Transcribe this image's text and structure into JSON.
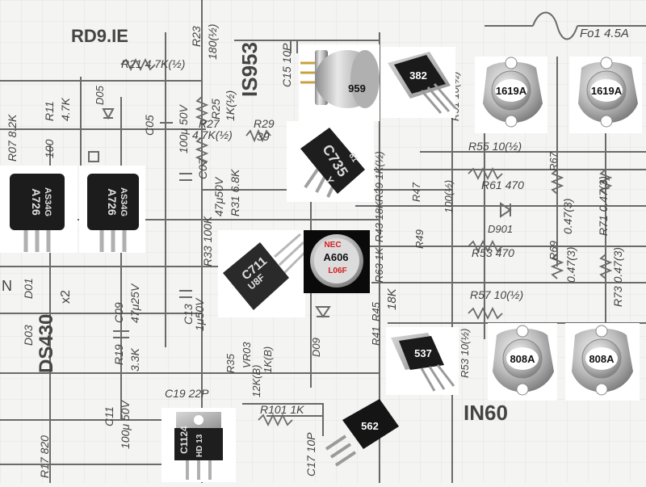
{
  "schematic": {
    "board_title": "RD9.IE",
    "ic_label": "IS953",
    "fuse_label": "Fo1 4.5A",
    "diode_bridge_label": "DS430",
    "multiplier_label": "x2",
    "in_label": "IN60",
    "refs": {
      "r23": "R23",
      "r23_val": "180(½)",
      "r21": "R21 4.7K(½)",
      "r11": "R11",
      "r11_val": "4.7K",
      "r07": "R07 8.2K",
      "d05": "D05",
      "c05": "C05",
      "c05_val": "100μ 50V",
      "r25": "R25",
      "r25_val": "1K(½)",
      "r27": "R27",
      "r27_val": "4.7K(½)",
      "r29": "R29",
      "r29_val": "39",
      "c15": "C15 10P",
      "c07": "C07",
      "c07_val": "47μ50V",
      "r31": "R31 6.8K",
      "r33": "R33 100K",
      "c13": "C13",
      "c13_val": "1μ50V",
      "c09": "C09",
      "c09_val": "47μ25V",
      "r19": "R19",
      "r19_val": "3.3K",
      "d01": "D01",
      "d03": "D03",
      "c11": "C11",
      "c11_val": "100μ 50V",
      "c19": "C19 22P",
      "r35": "R35",
      "vr03": "VR03",
      "vr03_val": "12K(B)",
      "vr03_val2": "1K(B)",
      "r101": "R101 1K",
      "c17": "C17 10P",
      "r17": "R17 820",
      "r39": "R39 1K(½)",
      "r43": "R43 18K",
      "r45": "R45",
      "r45_val": "18K",
      "r63": "R63 1K",
      "r47": "R47",
      "r49": "R49",
      "r51": "R51 10(½)",
      "r55": "R55 10(½)",
      "r61": "R61 470",
      "r67": "R67",
      "r67_val": "0.47(3)",
      "r71": "R71 0.47(3)",
      "d901": "D901",
      "r53": "R53 470",
      "r69": "R69",
      "r69_val": "0.47(3)",
      "r73": "R73 0.47(3)",
      "r57": "R57 10(½)",
      "r53b": "R53 10(½)",
      "r41": "R41",
      "d09": "D09",
      "r100": "100(½)",
      "val100": "100",
      "n_label": "N"
    }
  },
  "components": [
    {
      "id": "959",
      "label": "959",
      "package": "TO-39 metal can"
    },
    {
      "id": "382",
      "label": "382",
      "package": "TO-220"
    },
    {
      "id": "1619A-1",
      "label": "1619A",
      "package": "TO-3"
    },
    {
      "id": "1619A-2",
      "label": "1619A",
      "package": "TO-3"
    },
    {
      "id": "C735",
      "label": "C735",
      "sub": "Y",
      "code": "81",
      "package": "TO-92"
    },
    {
      "id": "A726-1",
      "label": "A726",
      "sub": "AS34G",
      "package": "TO-92L"
    },
    {
      "id": "A726-2",
      "label": "A726",
      "sub": "AS34G",
      "package": "TO-92L"
    },
    {
      "id": "C711",
      "label": "C711",
      "sub": "U8F",
      "package": "TO-92"
    },
    {
      "id": "A606",
      "label": "A606",
      "brand": "NEC",
      "sub": "L06F",
      "package": "TO-18 metal can"
    },
    {
      "id": "537",
      "label": "537",
      "package": "TO-220"
    },
    {
      "id": "808A-1",
      "label": "808A",
      "package": "TO-3"
    },
    {
      "id": "808A-2",
      "label": "808A",
      "package": "TO-3"
    },
    {
      "id": "C1124",
      "label": "C1124",
      "sub": "HD 13",
      "package": "TO-126"
    },
    {
      "id": "562",
      "label": "562",
      "package": "TO-92"
    }
  ],
  "colors": {
    "paper": "#f4f4f2",
    "ink": "#555555",
    "metal": "#c8c8c8",
    "black_body": "#1c1c1c",
    "nec_red": "#d42020"
  }
}
